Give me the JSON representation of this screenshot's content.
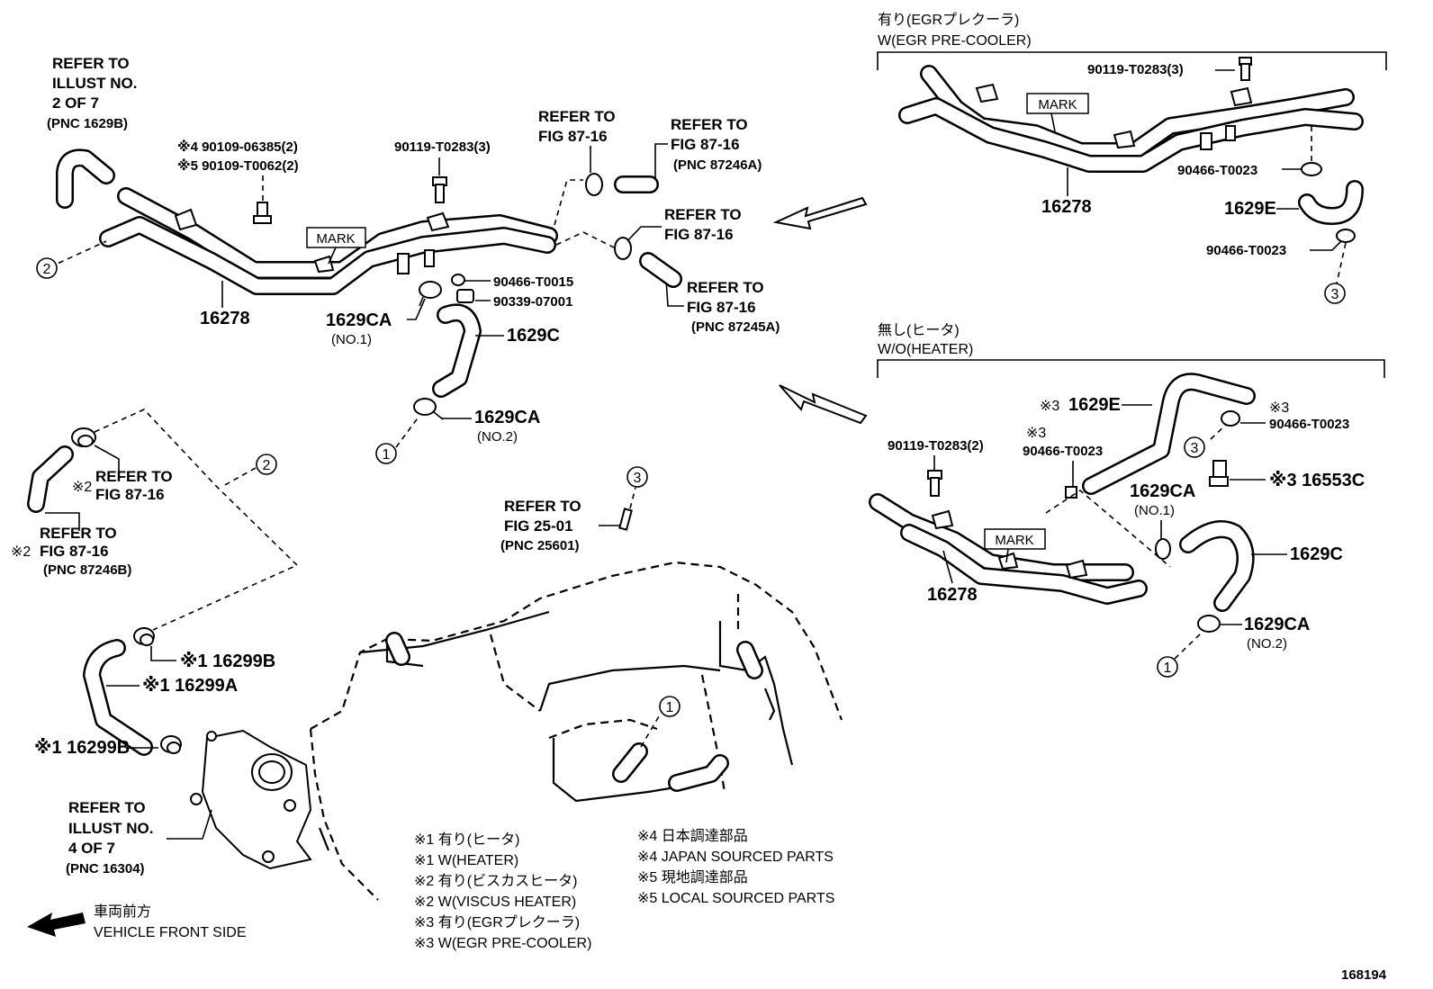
{
  "diagram": {
    "figure_number": "168194",
    "callouts": {
      "c1": "1",
      "c2": "2",
      "c3": "3"
    },
    "top_left": {
      "refer_illust_2": [
        "REFER TO",
        "ILLUST NO.",
        "2 OF 7",
        "(PNC 1629B)"
      ],
      "bolt_a": "※4 90109-06385(2)",
      "bolt_b": "※5 90109-T0062(2)",
      "bolt_c": "90119-T0283(3)",
      "refer_a": [
        "REFER TO",
        "FIG 87-16"
      ],
      "refer_b": [
        "REFER TO",
        "FIG 87-16",
        "(PNC 87246A)"
      ],
      "refer_c": [
        "REFER TO",
        "FIG 87-16"
      ],
      "refer_d": [
        "REFER TO",
        "FIG 87-16",
        "(PNC 87245A)"
      ],
      "mark": "MARK",
      "pipe": "16278",
      "clamp_small": "90466-T0015",
      "hose_small": "90339-07001",
      "clamp_no1": "1629CA",
      "clamp_no1_sub": "(NO.1)",
      "hose": "1629C",
      "clamp_no2": "1629CA",
      "clamp_no2_sub": "(NO.2)"
    },
    "top_right": {
      "variant_jp": "有り(EGRプレクーラ)",
      "variant_en": "W(EGR PRE-COOLER)",
      "bolt": "90119-T0283(3)",
      "mark": "MARK",
      "clamp_a": "90466-T0023",
      "pipe": "16278",
      "hose": "1629E",
      "clamp_b": "90466-T0023"
    },
    "mid_right": {
      "variant_jp": "無し(ヒータ)",
      "variant_en": "W/O(HEATER)",
      "hose_e_mark": "※3",
      "hose_e": "1629E",
      "clamp_a_mark": "※3",
      "clamp_a": "90466-T0023",
      "clamp_b_mark": "※3",
      "clamp_b": "90466-T0023",
      "bolt": "90119-T0283(2)",
      "valve": "※3 16553C",
      "clamp_no1": "1629CA",
      "clamp_no1_sub": "(NO.1)",
      "mark": "MARK",
      "pipe": "16278",
      "hose": "1629C",
      "clamp_no2": "1629CA",
      "clamp_no2_sub": "(NO.2)"
    },
    "left": {
      "refer_viscus": [
        "REFER TO",
        "FIG 87-16"
      ],
      "refer_viscus_mark": "※2",
      "refer_87246b": [
        "REFER TO",
        "FIG 87-16",
        "(PNC 87246B)"
      ],
      "refer_87246b_mark": "※2",
      "clamp_b_top": "※1 16299B",
      "hose_a": "※1 16299A",
      "clamp_b_bottom": "※1 16299B",
      "refer_illust_4": [
        "REFER TO",
        "ILLUST NO.",
        "4 OF 7",
        "(PNC 16304)"
      ]
    },
    "center": {
      "refer_fig25": [
        "REFER TO",
        "FIG 25-01",
        "(PNC 25601)"
      ]
    },
    "vehicle_front": {
      "jp": "車両前方",
      "en": "VEHICLE FRONT SIDE"
    },
    "notes_left": [
      "※1 有り(ヒータ)",
      "※1 W(HEATER)",
      "※2 有り(ビスカスヒータ)",
      "※2 W(VISCUS HEATER)",
      "※3 有り(EGRプレクーラ)",
      "※3 W(EGR PRE-COOLER)"
    ],
    "notes_right": [
      "※4 日本調達部品",
      "※4 JAPAN SOURCED PARTS",
      "※5 現地調達部品",
      "※5 LOCAL SOURCED PARTS"
    ]
  }
}
